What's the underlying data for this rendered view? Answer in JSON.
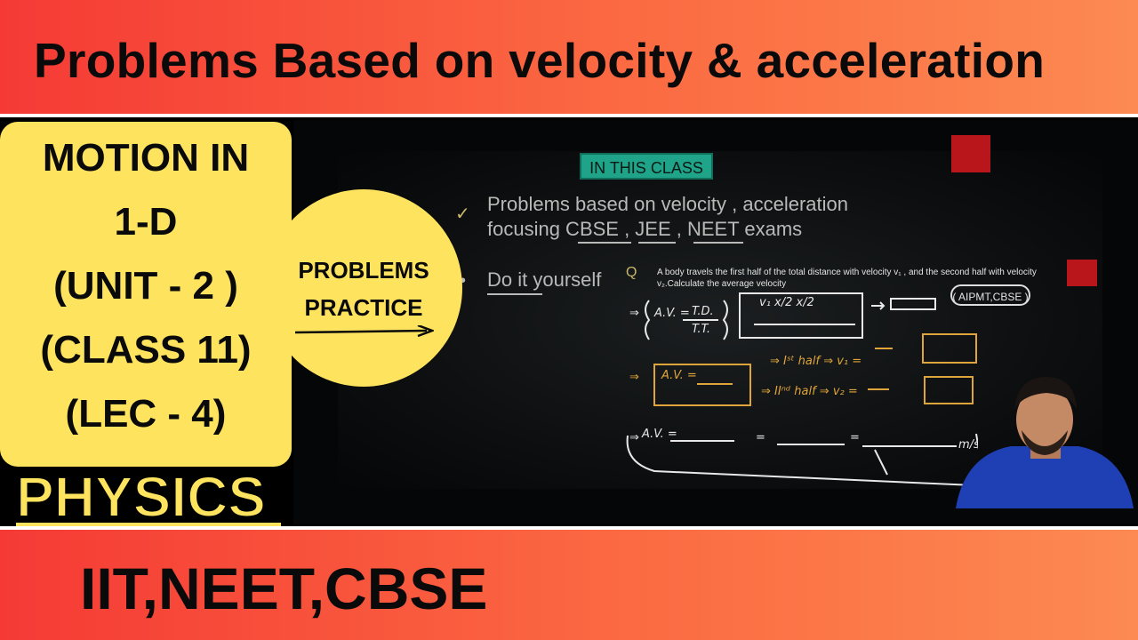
{
  "header": {
    "title": "Problems Based on velocity & acceleration"
  },
  "topic_box": {
    "line1": "MOTION IN",
    "line2": "1-D",
    "line3": "(UNIT - 2 )",
    "line4": "(CLASS 11)",
    "line5": "(LEC - 4)"
  },
  "circle_badge": {
    "line1": "PROBLEMS",
    "line2": "PRACTICE"
  },
  "subject": "PHYSICS",
  "footer": {
    "title": "IIT,NEET,CBSE"
  },
  "board": {
    "tag": "IN THIS CLASS",
    "point1_line1": "Problems  based on velocity , acceleration",
    "point1_line2": "focusing CBSE , JEE , NEET exams",
    "point2": "Do it yourself",
    "question": "A body travels the first half of the total distance with velocity v₁ , and the second half with velocity v₂.Calculate the average velocity",
    "exam_tag": "( AIPMT,CBSE )"
  },
  "colors": {
    "banner": "#f53a35",
    "yellow": "#fde35e",
    "tag": "#1fa389",
    "red_square": "#b8161b"
  }
}
